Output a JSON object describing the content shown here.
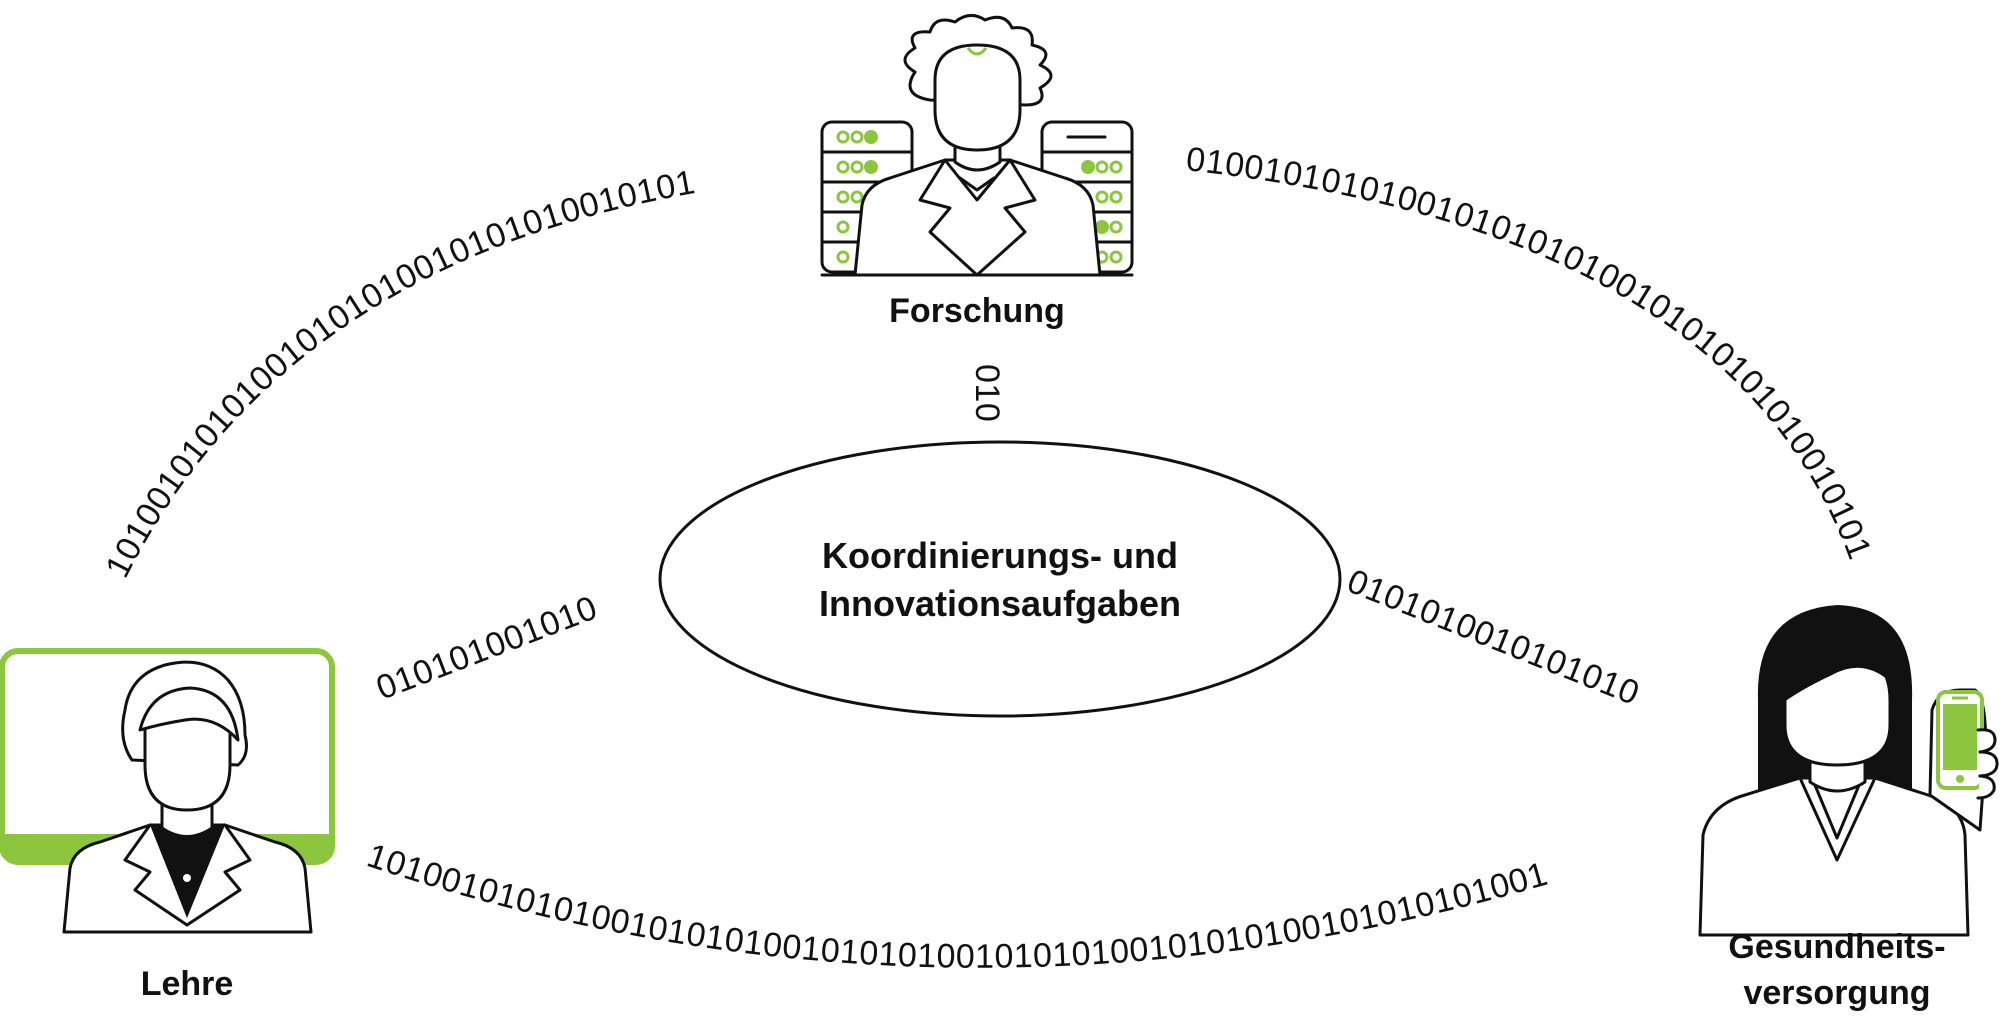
{
  "center": {
    "line1": "Koordinierungs- und",
    "line2": "Innovationsaufgaben"
  },
  "nodes": {
    "forschung": "Forschung",
    "lehre": "Lehre",
    "gesundheit_line1": "Gesundheits-",
    "gesundheit_line2": "versorgung"
  },
  "binary": {
    "arc_left": "1010010101010010101010010101010010101",
    "arc_right": "01001010101001010101010010101010101001010101",
    "arc_bottom": "10100101010100101010100101010100101010100101010100101010101001",
    "stub_top": "010",
    "stub_left": "010101001010",
    "stub_right": "0101010010101010"
  },
  "colors": {
    "accent": "#8cc63f",
    "ink": "#111111"
  },
  "icons": {
    "forschung": "researcher-server-icon",
    "lehre": "teacher-screen-icon",
    "gesundheit": "woman-smartphone-icon"
  }
}
